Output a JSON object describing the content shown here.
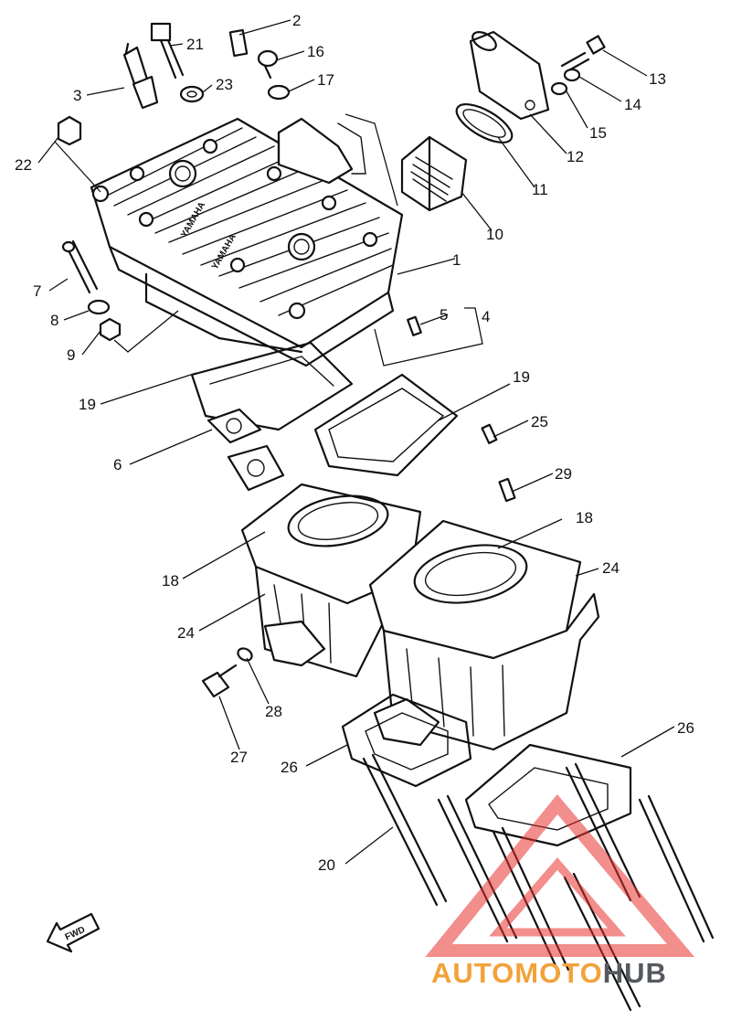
{
  "callouts": [
    {
      "id": "c1",
      "label": "1"
    },
    {
      "id": "c2",
      "label": "2"
    },
    {
      "id": "c3",
      "label": "3"
    },
    {
      "id": "c4",
      "label": "4"
    },
    {
      "id": "c5",
      "label": "5"
    },
    {
      "id": "c6",
      "label": "6"
    },
    {
      "id": "c7",
      "label": "7"
    },
    {
      "id": "c8",
      "label": "8"
    },
    {
      "id": "c9",
      "label": "9"
    },
    {
      "id": "c10",
      "label": "10"
    },
    {
      "id": "c11",
      "label": "11"
    },
    {
      "id": "c12",
      "label": "12"
    },
    {
      "id": "c13",
      "label": "13"
    },
    {
      "id": "c14",
      "label": "14"
    },
    {
      "id": "c15",
      "label": "15"
    },
    {
      "id": "c16",
      "label": "16"
    },
    {
      "id": "c17",
      "label": "17"
    },
    {
      "id": "c18a",
      "label": "18"
    },
    {
      "id": "c18b",
      "label": "18"
    },
    {
      "id": "c19a",
      "label": "19"
    },
    {
      "id": "c19b",
      "label": "19"
    },
    {
      "id": "c20",
      "label": "20"
    },
    {
      "id": "c21",
      "label": "21"
    },
    {
      "id": "c22",
      "label": "22"
    },
    {
      "id": "c23",
      "label": "23"
    },
    {
      "id": "c24a",
      "label": "24"
    },
    {
      "id": "c24b",
      "label": "24"
    },
    {
      "id": "c25",
      "label": "25"
    },
    {
      "id": "c26a",
      "label": "26"
    },
    {
      "id": "c26b",
      "label": "26"
    },
    {
      "id": "c27",
      "label": "27"
    },
    {
      "id": "c28",
      "label": "28"
    },
    {
      "id": "c29",
      "label": "29"
    }
  ],
  "head_logo_text": "YAMAHA",
  "fwd_arrow_text": "FWD",
  "watermark": {
    "part1": "AUTOMOTO",
    "part2": "HUB",
    "color_primary": "#f2a23a",
    "color_secondary": "#555a60",
    "triangle_color": "#e8322e"
  }
}
